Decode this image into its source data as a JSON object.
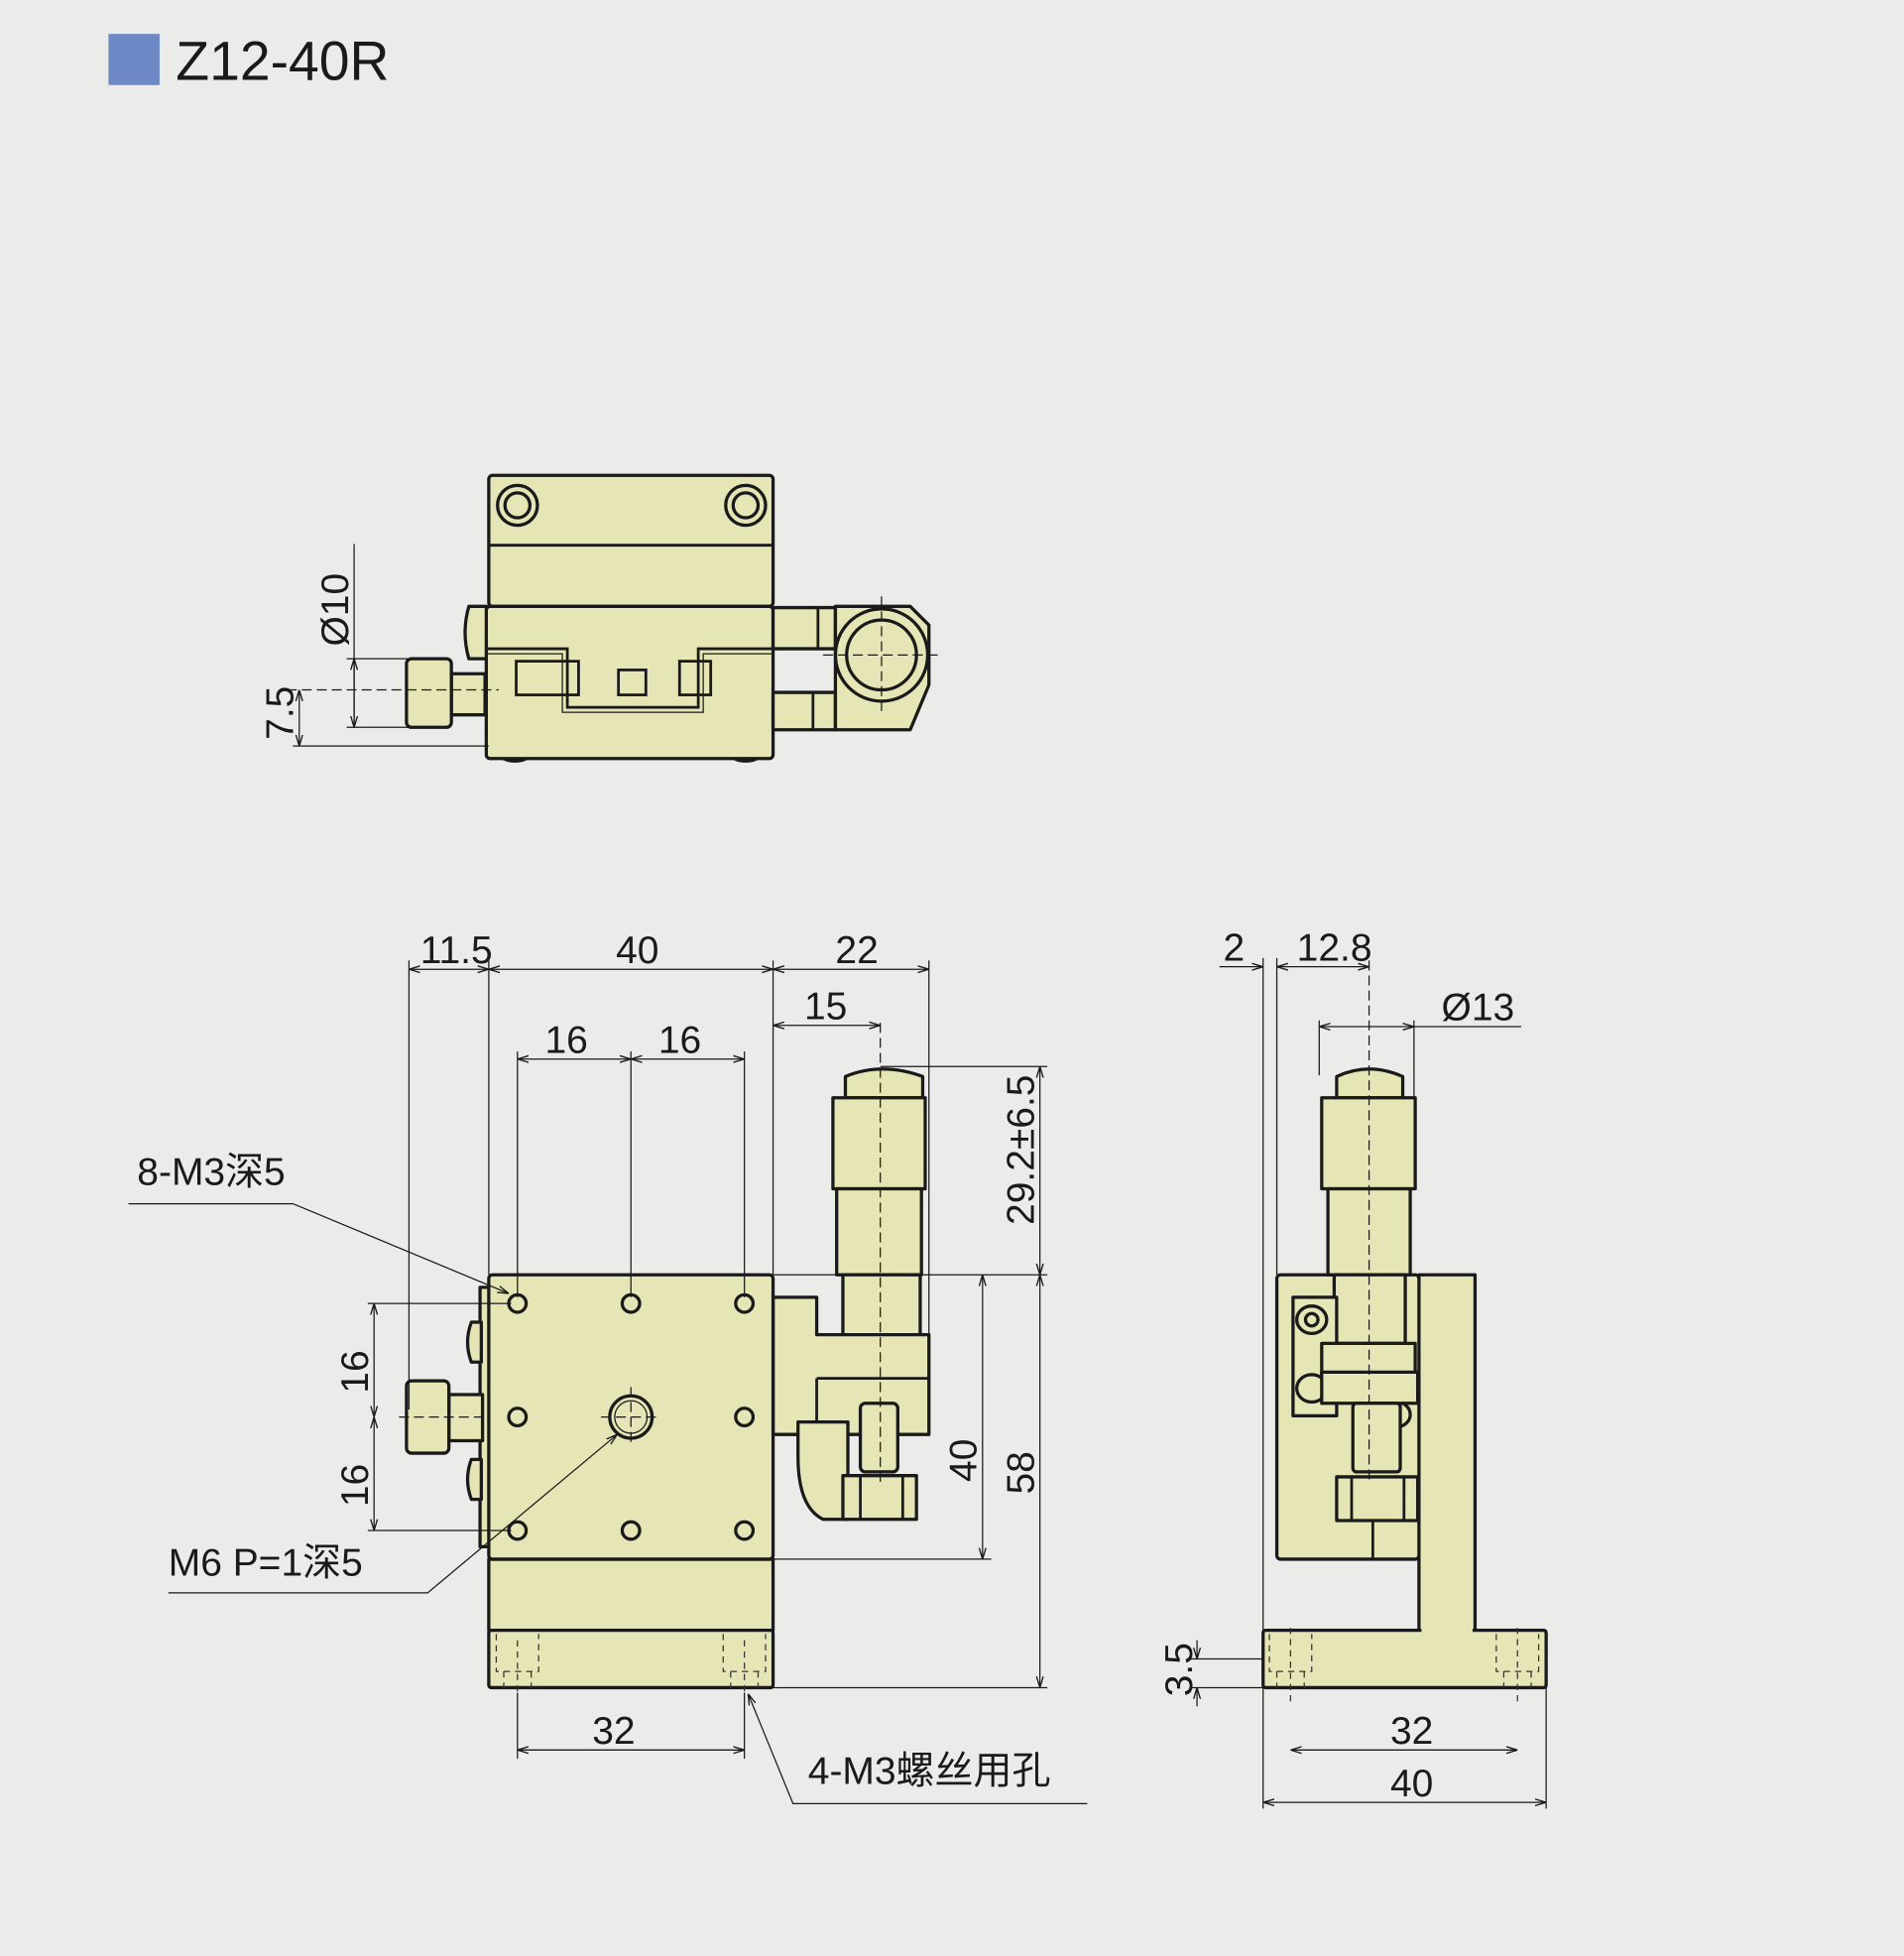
{
  "header": {
    "title": "Z12-40R",
    "marker_color": "#6d88c5"
  },
  "colors": {
    "background": "#ebebe9",
    "part_fill": "#e5e5b6",
    "line": "#1a1a1a"
  },
  "top_view": {
    "dims": {
      "knob_diameter": "Ø10",
      "knob_height": "7.5"
    }
  },
  "front_view": {
    "dims": {
      "knob_offset": "11.5",
      "width": "40",
      "micrometer_offset": "22",
      "micrometer_center": "15",
      "hole_pitch_x1": "16",
      "hole_pitch_x2": "16",
      "travel": "29.2±6.5",
      "table_height": "40",
      "total_height": "58",
      "hole_pitch_y1": "16",
      "hole_pitch_y2": "16",
      "base_hole_pitch": "32"
    },
    "callouts": {
      "table_holes": "8-M3深5",
      "center_hole": "M6 P=1深5",
      "base_holes": "4-M3螺丝用孔"
    }
  },
  "side_view": {
    "dims": {
      "edge_offset": "2",
      "micrometer_center": "12.8",
      "micrometer_diameter": "Ø13",
      "base_thickness": "3.5",
      "base_hole_pitch": "32",
      "base_width": "40"
    }
  }
}
